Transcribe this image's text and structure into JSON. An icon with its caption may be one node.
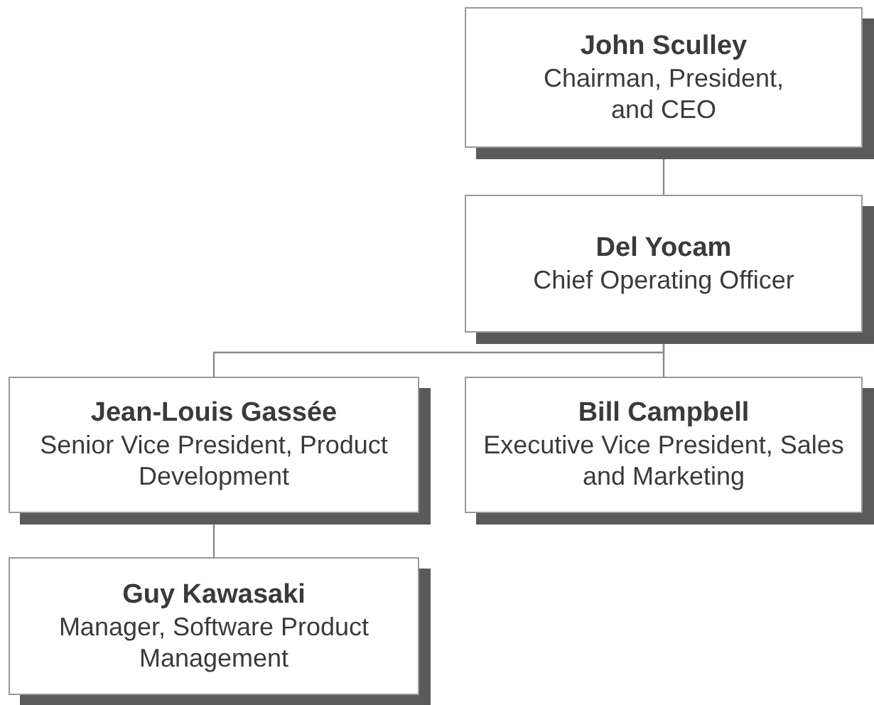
{
  "diagram": {
    "nodes": [
      {
        "text": [
          "John Sculley",
          "Chairman, President, and CEO"
        ]
      },
      {
        "text": [
          "Del Yocam",
          "Chief Operating Officer"
        ]
      },
      {
        "text": [
          "Jean-Louis Gassée",
          "Senior Vice President, Product Development"
        ]
      },
      {
        "text": [
          "Bill Campbell",
          "Executive Vice President, Sales and Marketing"
        ]
      },
      {
        "text": [
          "Guy Kawasaki",
          "Manager, Software Product Management"
        ]
      }
    ],
    "edges": [
      {
        "from": 0,
        "to": 1,
        "arrow": "none"
      },
      {
        "from": 1,
        "to": 2,
        "arrow": "none"
      },
      {
        "from": 1,
        "to": 3,
        "arrow": "none"
      },
      {
        "from": 2,
        "to": 4,
        "arrow": "none"
      }
    ]
  }
}
